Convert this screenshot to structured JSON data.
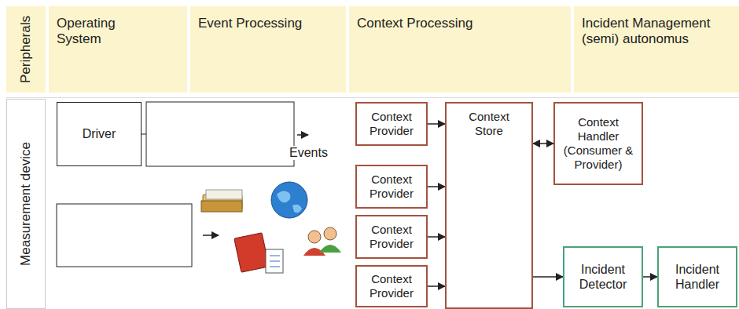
{
  "diagram": {
    "nodes": [
      {
        "text": [
          "Peripherals"
        ]
      },
      {
        "text": [
          "Operating System"
        ]
      },
      {
        "text": [
          "Event Processing"
        ]
      },
      {
        "text": [
          "Context Processing"
        ]
      },
      {
        "text": [
          "Incident Management (semi) autonomus"
        ]
      },
      {
        "text": [
          "Measurement device"
        ]
      },
      {
        "text": [
          "Driver"
        ]
      },
      {
        "text": [
          "Context Provider"
        ]
      },
      {
        "text": [
          "Context Provider"
        ]
      },
      {
        "text": [
          "Context Provider"
        ]
      },
      {
        "text": [
          "Context Provider"
        ]
      },
      {
        "text": [
          "Context Store"
        ]
      },
      {
        "text": [
          "Context Handler (Consumer & Provider)"
        ]
      },
      {
        "text": [
          "Incident Detector"
        ]
      },
      {
        "text": [
          "Incident Handler"
        ]
      }
    ],
    "edges": [
      {
        "from": 7,
        "to": 11,
        "arrow": "to"
      },
      {
        "from": 8,
        "to": 11,
        "arrow": "to"
      },
      {
        "from": 9,
        "to": 11,
        "arrow": "to"
      },
      {
        "from": 10,
        "to": 11,
        "arrow": "to"
      },
      {
        "from": 11,
        "to": 12,
        "arrow": "both"
      },
      {
        "from": 11,
        "to": 13,
        "arrow": "to"
      },
      {
        "from": 13,
        "to": 14,
        "arrow": "to"
      }
    ],
    "labels": [
      "Events"
    ]
  }
}
